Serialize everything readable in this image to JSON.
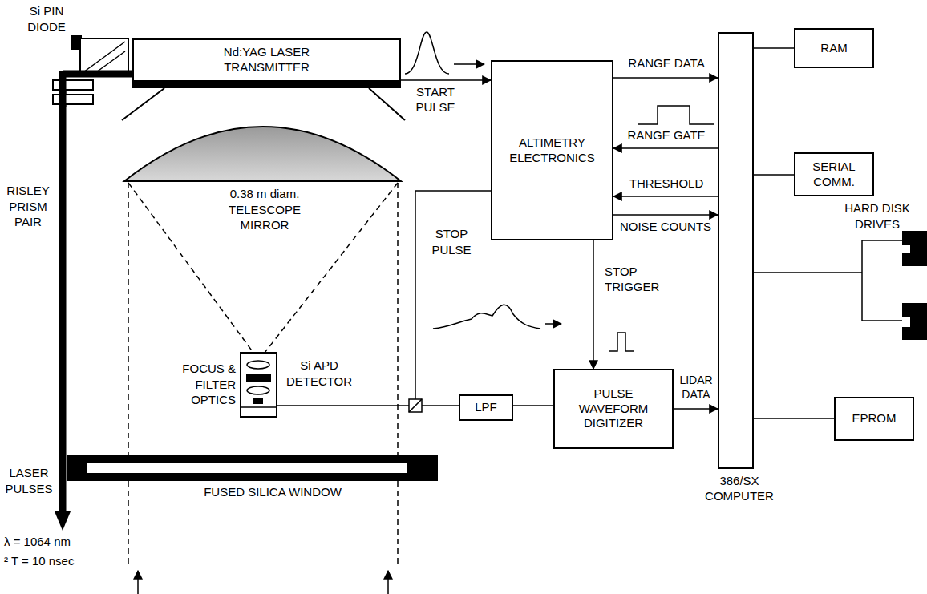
{
  "diagram": {
    "nodes": [
      {
        "text": [
          "Nd:YAG LASER TRANSMITTER"
        ]
      },
      {
        "text": [
          "ALTIMETRY ELECTRONICS"
        ]
      },
      {
        "text": [
          "386/SX COMPUTER"
        ]
      },
      {
        "text": [
          "RAM"
        ]
      },
      {
        "text": [
          "SERIAL COMM."
        ]
      },
      {
        "text": [
          "EPROM"
        ]
      },
      {
        "text": [
          "LPF"
        ]
      },
      {
        "text": [
          "PULSE WAVEFORM DIGITIZER"
        ]
      }
    ],
    "edges": [
      {
        "from": 0,
        "to": 1,
        "label": "START PULSE",
        "arrow": "to"
      },
      {
        "from": 1,
        "to": 2,
        "label": "RANGE DATA",
        "arrow": "to"
      },
      {
        "from": 2,
        "to": 1,
        "label": "RANGE GATE",
        "arrow": "to"
      },
      {
        "from": 2,
        "to": 1,
        "label": "THRESHOLD",
        "arrow": "to"
      },
      {
        "from": 1,
        "to": 2,
        "label": "NOISE COUNTS",
        "arrow": "to"
      },
      {
        "from": 1,
        "to": 7,
        "label": "STOP TRIGGER",
        "arrow": "to"
      },
      {
        "from": 6,
        "to": 7,
        "arrow": "none"
      },
      {
        "from": 7,
        "to": 2,
        "label": "LIDAR DATA",
        "arrow": "to"
      },
      {
        "from": 2,
        "to": 3,
        "arrow": "none"
      },
      {
        "from": 2,
        "to": 4,
        "arrow": "none"
      },
      {
        "from": 2,
        "to": 5,
        "arrow": "none"
      }
    ],
    "labels": [
      "Si PIN DIODE",
      "RISLEY PRISM PAIR",
      "0.38 m diam. TELESCOPE MIRROR",
      "FOCUS & FILTER OPTICS",
      "Si APD DETECTOR",
      "FUSED SILICA WINDOW",
      "LASER PULSES",
      "λ = 1064 nm",
      "² T = 10 nsec",
      "STOP PULSE",
      "HARD DISK DRIVES"
    ]
  }
}
